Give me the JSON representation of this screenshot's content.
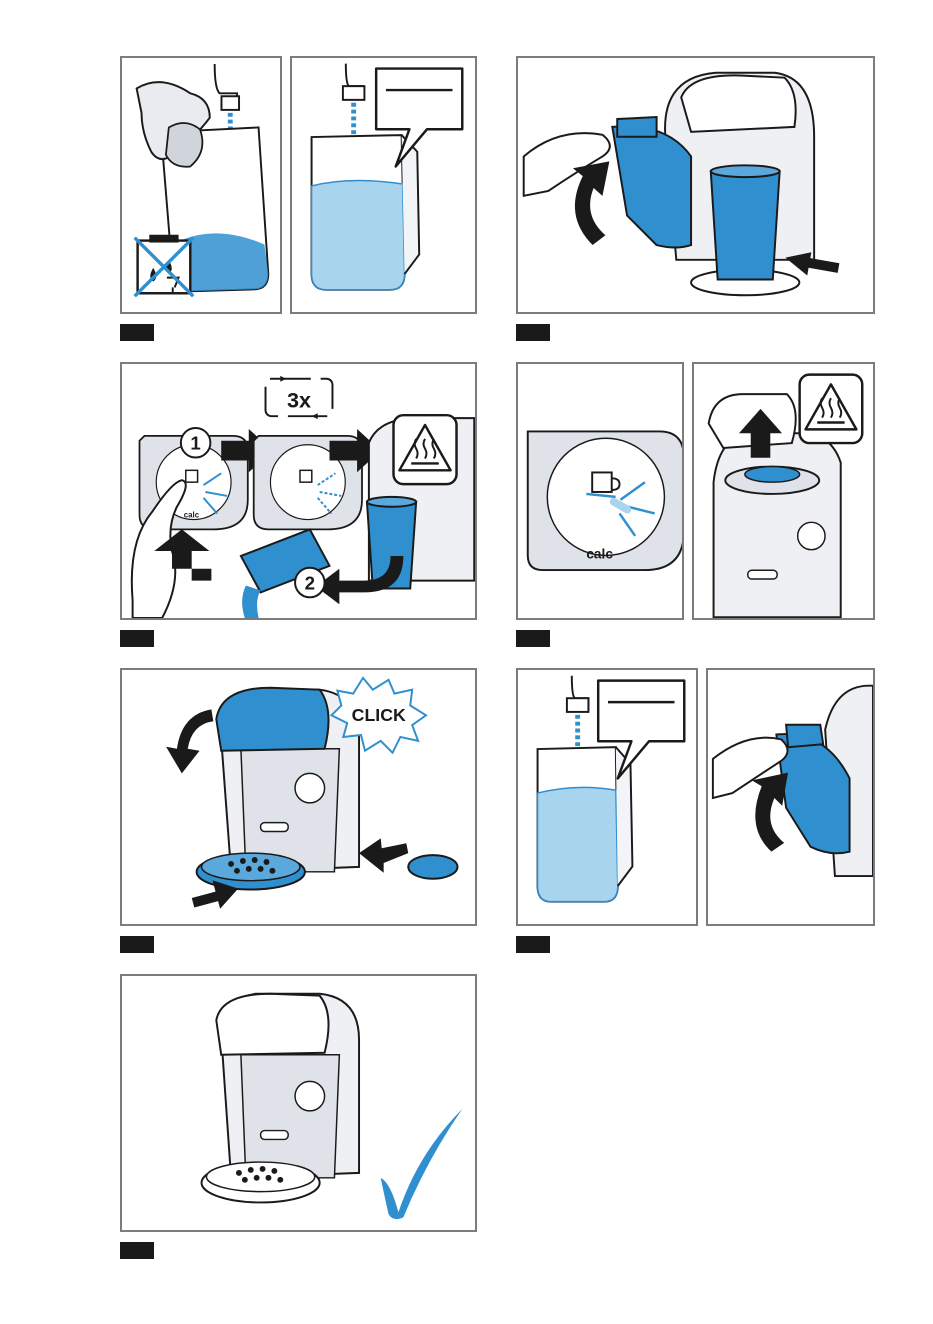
{
  "colors": {
    "accent": "#2f8fcf",
    "light_blue": "#a9d4ee",
    "frame": "#7c7c7c",
    "machine_gray": "#e6e9ee",
    "dark": "#1a1a1a"
  },
  "steps": [
    {
      "panels": 2,
      "icons": [
        "tap-water-icon",
        "no-dishwasher-icon",
        "water-level-callout-icon"
      ]
    },
    {
      "panels": 1,
      "icons": [
        "open-lid-arrow-icon",
        "insert-cup-arrow-icon"
      ]
    },
    {
      "panels": 1,
      "icons": [
        "repeat-icon",
        "hot-surface-warning-icon",
        "calc-button-icon"
      ],
      "repeat_label": "3x",
      "sub_step_1": "1",
      "sub_step_2": "2",
      "calc_label": "calc"
    },
    {
      "panels": 2,
      "icons": [
        "calc-button-icon",
        "hot-surface-warning-icon",
        "lift-arrow-icon"
      ],
      "calc_label": "calc"
    },
    {
      "panels": 1,
      "icons": [
        "close-lid-arrow-icon",
        "insert-tray-arrow-icon"
      ],
      "click_label": "CLICK"
    },
    {
      "panels": 2,
      "icons": [
        "tap-water-icon",
        "water-level-callout-icon",
        "tank-arrow-icon"
      ]
    },
    {
      "panels": 1,
      "icons": [
        "machine-ready-icon",
        "checkmark-icon"
      ]
    }
  ]
}
